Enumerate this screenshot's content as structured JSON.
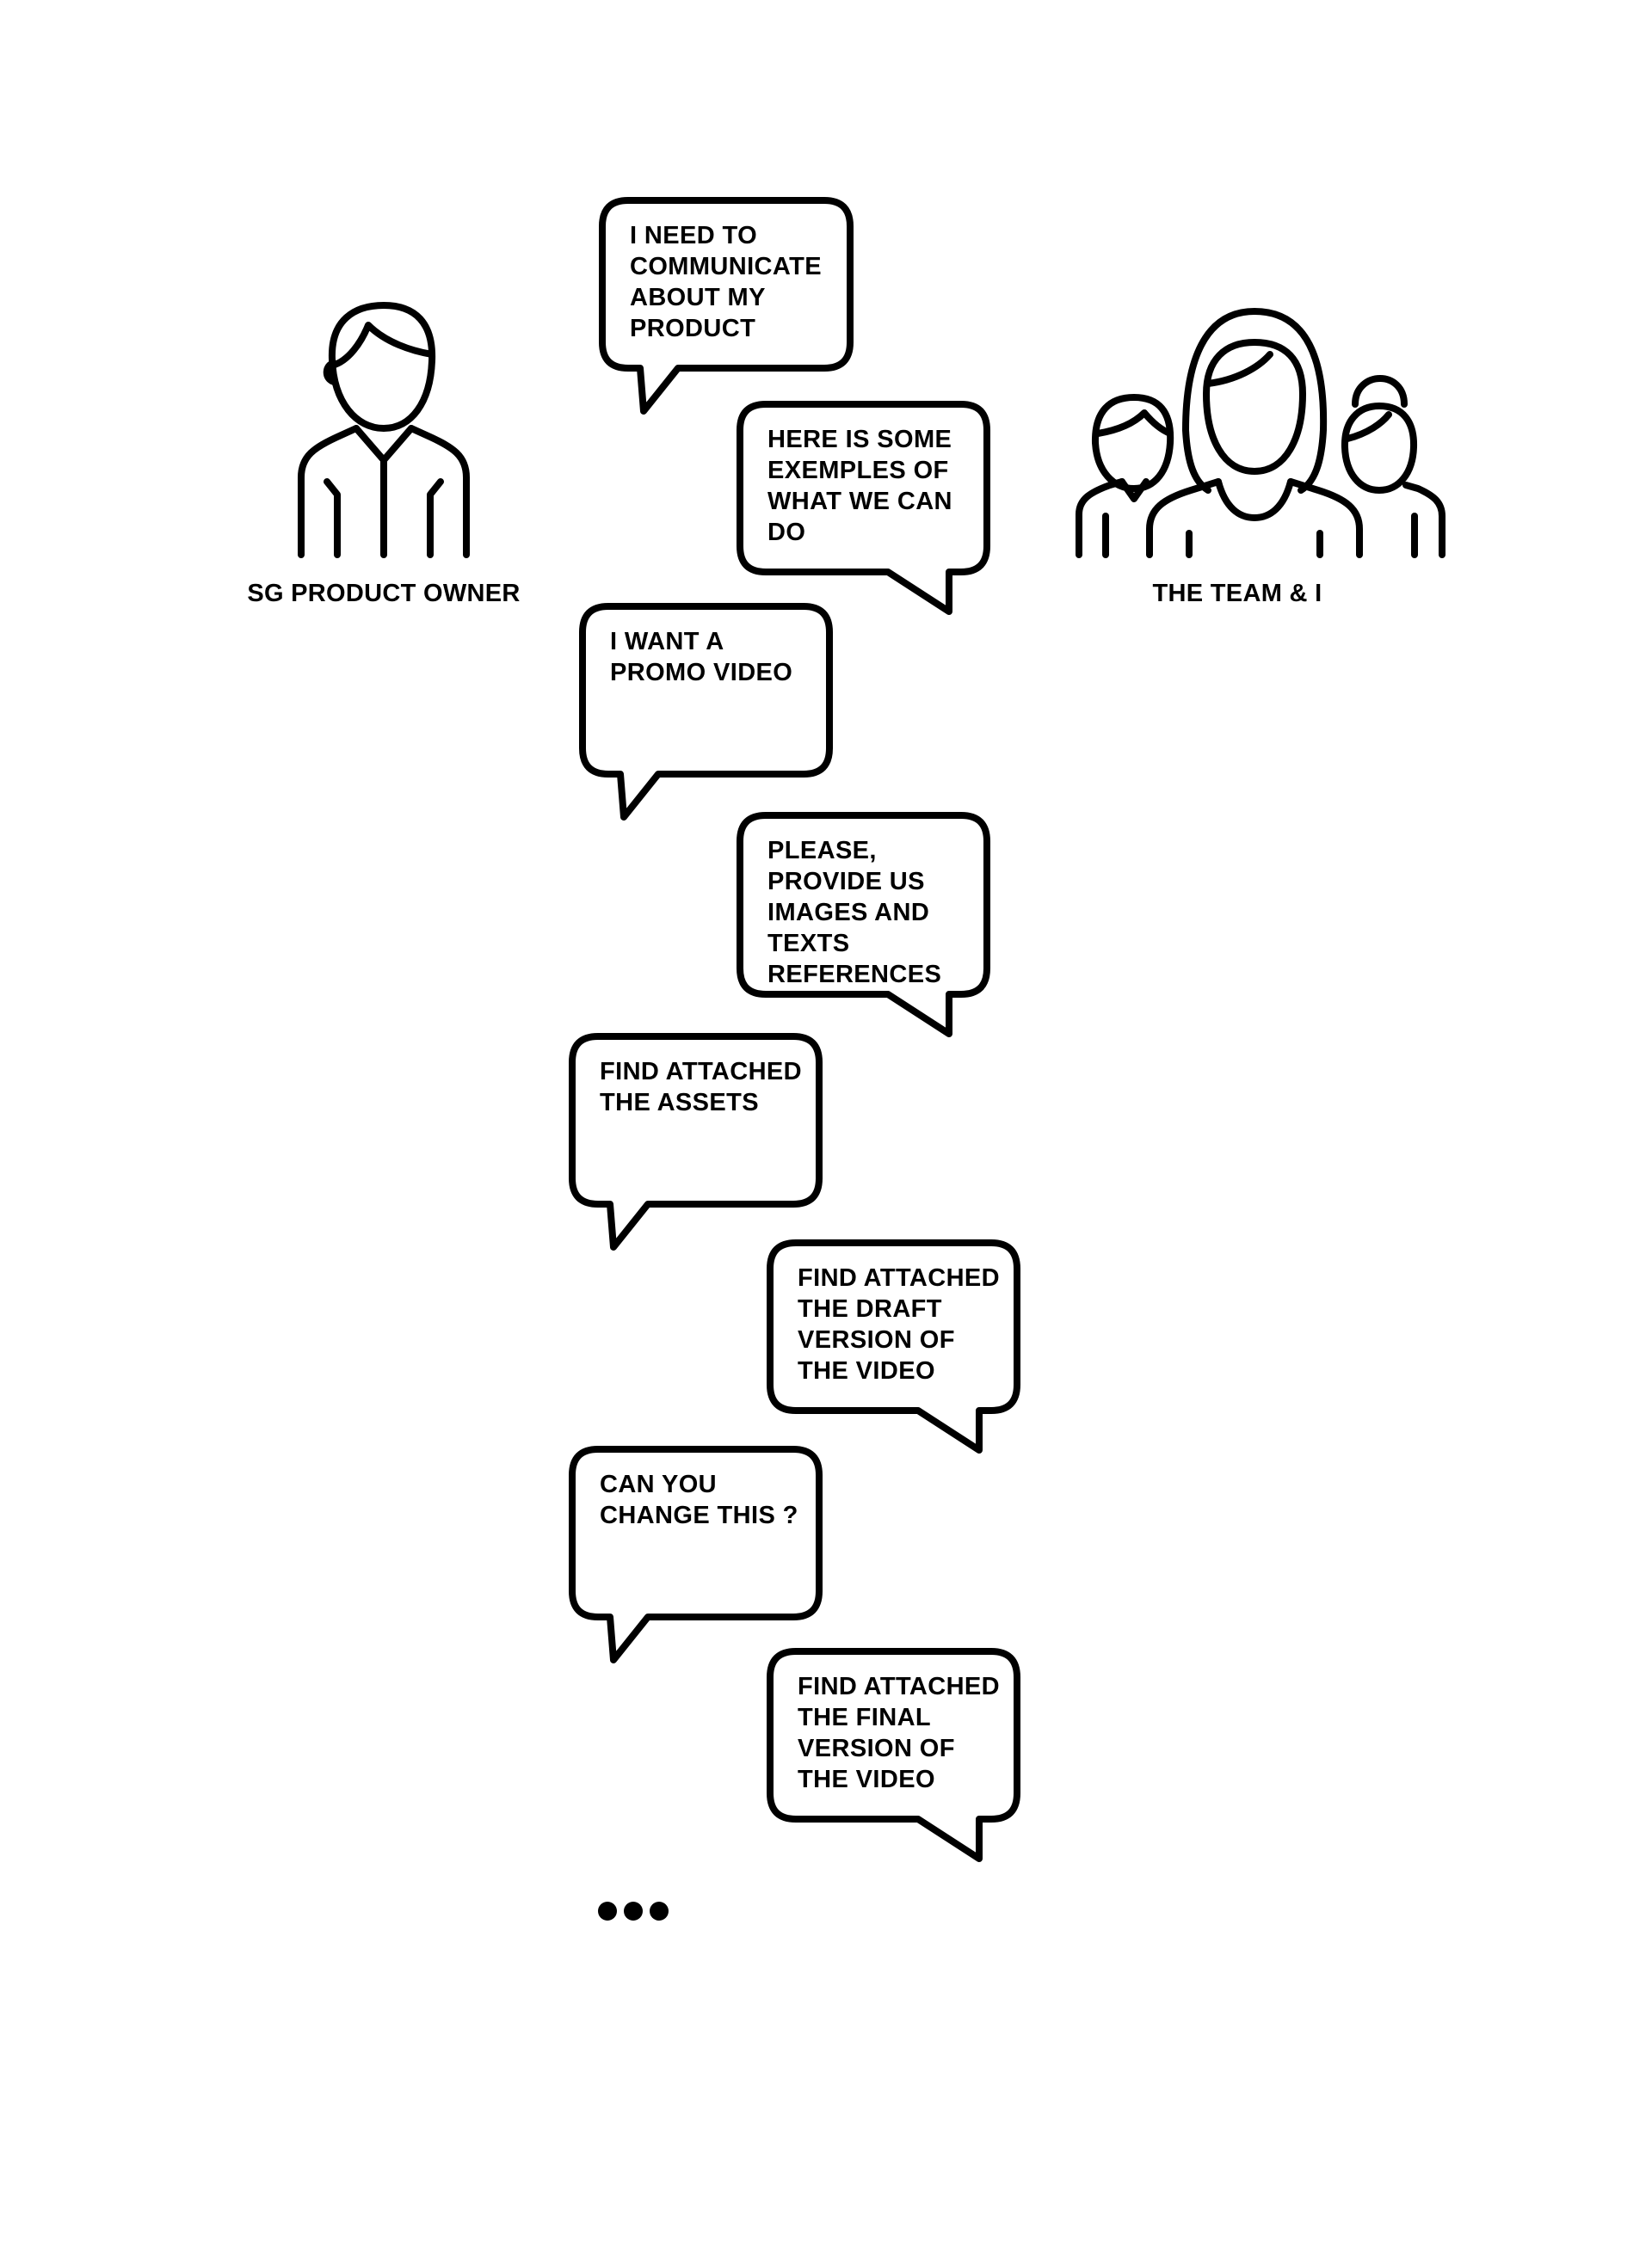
{
  "actors": {
    "left": {
      "label": "SG PRODUCT OWNER",
      "icon": "person-icon"
    },
    "right": {
      "label": "THE TEAM & I",
      "icon": "team-icon"
    }
  },
  "messages": [
    {
      "from": "left",
      "lines": [
        "I NEED TO",
        "COMMUNICATE",
        "ABOUT MY",
        "PRODUCT"
      ]
    },
    {
      "from": "right",
      "lines": [
        "HERE IS SOME",
        "EXEMPLES OF",
        "WHAT WE CAN",
        "DO"
      ]
    },
    {
      "from": "left",
      "lines": [
        "I WANT A",
        "PROMO VIDEO"
      ]
    },
    {
      "from": "right",
      "lines": [
        "PLEASE,",
        "PROVIDE US",
        "IMAGES AND",
        "TEXTS",
        "REFERENCES"
      ]
    },
    {
      "from": "left",
      "lines": [
        "FIND ATTACHED",
        "THE ASSETS"
      ]
    },
    {
      "from": "right",
      "lines": [
        "FIND ATTACHED",
        "THE DRAFT",
        "VERSION OF",
        "THE VIDEO"
      ]
    },
    {
      "from": "left",
      "lines": [
        "CAN YOU",
        "CHANGE THIS ?"
      ]
    },
    {
      "from": "right",
      "lines": [
        "FIND ATTACHED",
        "THE FINAL",
        "VERSION OF",
        "THE VIDEO"
      ]
    }
  ],
  "continuation": {
    "icon": "ellipsis-icon"
  },
  "colors": {
    "ink": "#000000",
    "background": "#ffffff"
  }
}
